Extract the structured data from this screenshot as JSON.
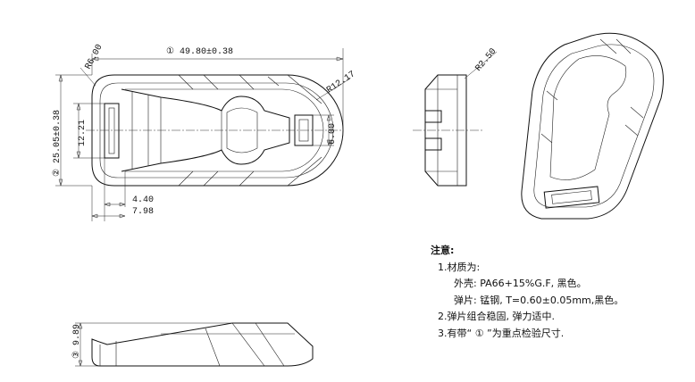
{
  "dimensions": {
    "overall_length": "① 49.80±0.38",
    "corner_radius": "R6.00",
    "nose_radius": "R12.17",
    "overall_width": "② 25.05±0.38",
    "inner_width": "12.21",
    "slot_height": "6.00",
    "slot_depth": "4.40",
    "slot_offset": "7.98",
    "edge_radius": "R2.50",
    "thickness": "③ 9.89"
  },
  "notes": {
    "title": "注意:",
    "item1": "1.材质为:",
    "item1a": "外壳: PA66+15%G.F, 黑色。",
    "item1b": "弹片: 锰钢, T=0.60±0.05mm,黑色。",
    "item2": "2.弹片组合稳固, 弹力适中.",
    "item3": "3.有带“ ① ”为重点检验尺寸."
  }
}
